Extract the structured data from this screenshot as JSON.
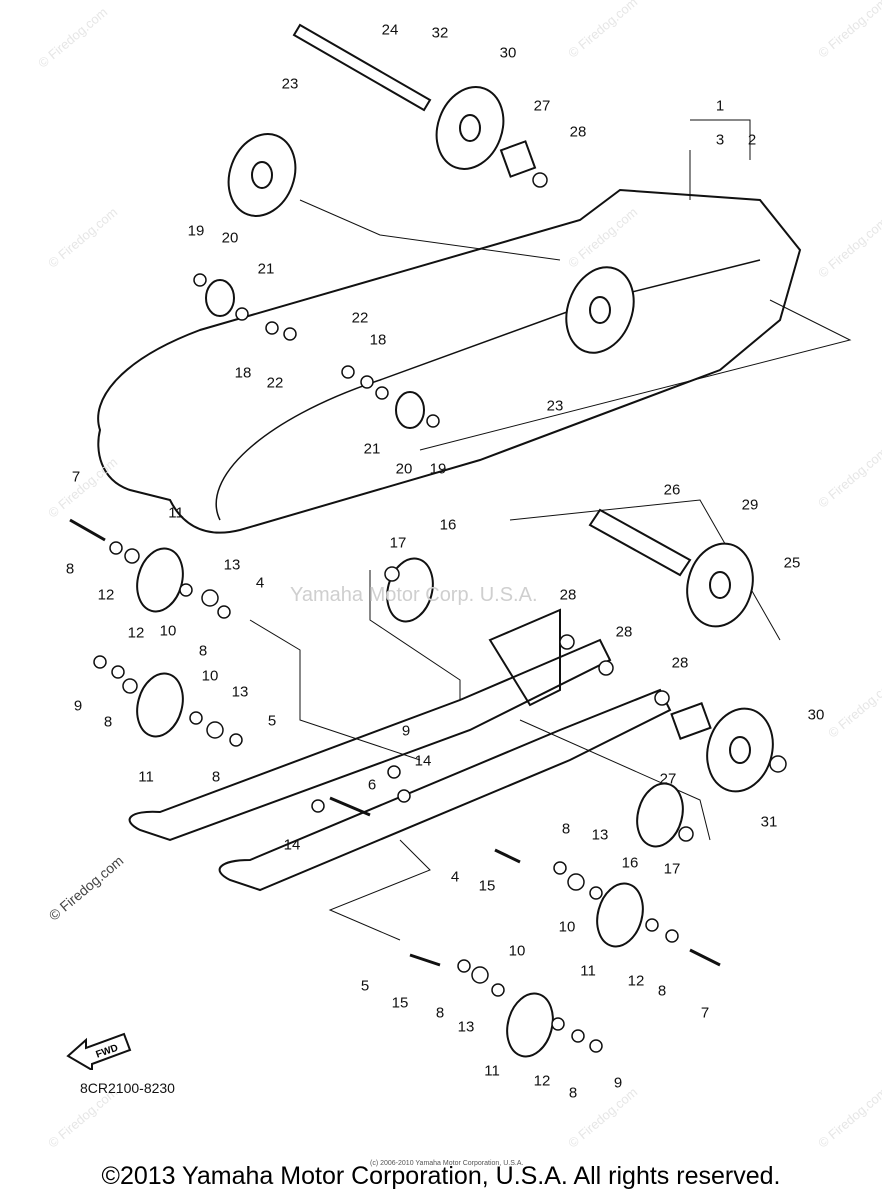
{
  "watermark": "© Firedog.com",
  "overlay_watermark": "Yamaha Motor Corp. U.S.A.",
  "fwd_label": "FWD",
  "part_code": "8CR2100-8230",
  "tiny_copyright": "(c) 2006-2010 Yamaha Motor Corporation, U.S.A.",
  "copyright": "©2013 Yamaha Motor Corporation, U.S.A. All rights reserved.",
  "callouts": [
    "24",
    "32",
    "30",
    "23",
    "27",
    "28",
    "1",
    "3",
    "2",
    "19",
    "20",
    "21",
    "22",
    "18",
    "18",
    "22",
    "23",
    "21",
    "20",
    "19",
    "7",
    "11",
    "16",
    "17",
    "26",
    "29",
    "25",
    "8",
    "12",
    "13",
    "10",
    "4",
    "8",
    "28",
    "28",
    "28",
    "12",
    "9",
    "8",
    "10",
    "13",
    "11",
    "5",
    "8",
    "9",
    "14",
    "6",
    "14",
    "27",
    "30",
    "31",
    "8",
    "13",
    "16",
    "17",
    "4",
    "15",
    "10",
    "11",
    "12",
    "8",
    "7",
    "5",
    "15",
    "10",
    "8",
    "13",
    "11",
    "12",
    "8",
    "9"
  ]
}
